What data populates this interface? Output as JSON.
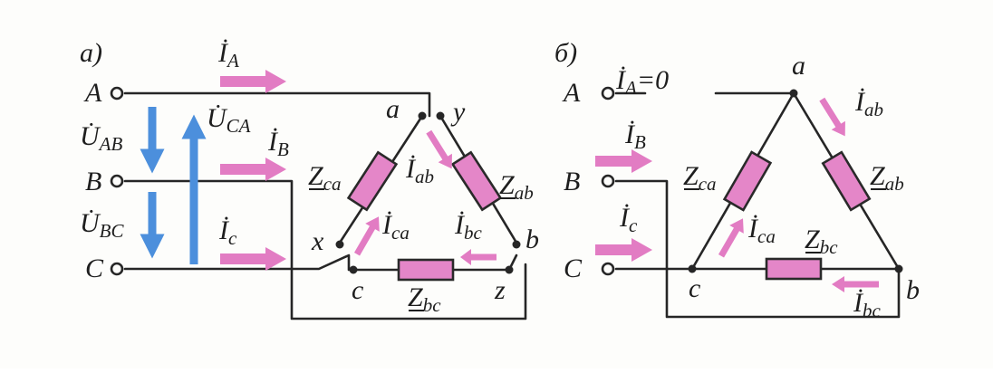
{
  "colors": {
    "background": "#fdfdfb",
    "wire": "#262626",
    "resistor_fill": "#e486c8",
    "resistor_stroke": "#2a2a2a",
    "current_arrow": "#e27cc3",
    "voltage_arrow": "#4c8fdc"
  },
  "panel_a": {
    "label": "a)",
    "terminals": {
      "A": "A",
      "B": "B",
      "C": "C"
    },
    "line_currents": {
      "IA": {
        "main": "İ",
        "sub": "A"
      },
      "IB": {
        "main": "İ",
        "sub": "B"
      },
      "IC": {
        "main": "İ",
        "sub": "c"
      }
    },
    "voltages": {
      "UAB": {
        "main": "U̇",
        "sub": "AB"
      },
      "UBC": {
        "main": "U̇",
        "sub": "BC"
      },
      "UCA": {
        "main": "U̇",
        "sub": "CA"
      }
    },
    "nodes": {
      "a": "a",
      "y": "y",
      "x": "x",
      "b": "b",
      "c": "c",
      "z": "z"
    },
    "impedances": {
      "Zca": {
        "main": "Z",
        "sub": "ca"
      },
      "Zab": {
        "main": "Z",
        "sub": "ab"
      },
      "Zbc": {
        "main": "Z",
        "sub": "bc"
      }
    },
    "phase_currents": {
      "Iab": {
        "main": "İ",
        "sub": "ab"
      },
      "Ica": {
        "main": "İ",
        "sub": "ca"
      },
      "Ibc": {
        "main": "İ",
        "sub": "bc"
      }
    }
  },
  "panel_b": {
    "label": "б)",
    "terminals": {
      "A": "A",
      "B": "B",
      "C": "C"
    },
    "line_currents": {
      "IA": {
        "main": "İ",
        "sub": "A",
        "suffix": "=0"
      },
      "IB": {
        "main": "İ",
        "sub": "B"
      },
      "IC": {
        "main": "İ",
        "sub": "c"
      }
    },
    "nodes": {
      "a": "a",
      "b": "b",
      "c": "c"
    },
    "impedances": {
      "Zca": {
        "main": "Z",
        "sub": "ca"
      },
      "Zab": {
        "main": "Z",
        "sub": "ab"
      },
      "Zbc": {
        "main": "Z",
        "sub": "bc"
      }
    },
    "phase_currents": {
      "Iab": {
        "main": "İ",
        "sub": "ab"
      },
      "Ica": {
        "main": "İ",
        "sub": "ca"
      },
      "Ibc": {
        "main": "İ",
        "sub": "bc"
      }
    }
  }
}
